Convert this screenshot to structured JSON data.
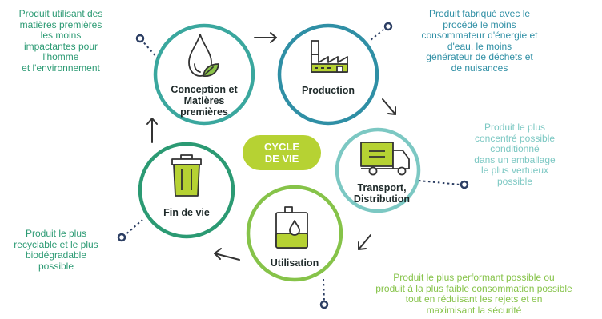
{
  "colors": {
    "green_dark": "#2b9a73",
    "green_mid": "#3aa6a0",
    "teal": "#2f8fa5",
    "teal_light": "#7cc8c3",
    "lime": "#b6d233",
    "navy": "#2c3e63"
  },
  "center_badge": "CYCLE\nDE VIE",
  "stages": [
    {
      "label": "Conception et\nMatières\npremières",
      "icon": "water-drop-leaf-icon",
      "description": "Produit utilisant des\nmatières premières\nles moins\nimpactantes pour\nl'homme\net l'environnement"
    },
    {
      "label": "Production",
      "icon": "factory-icon",
      "description": "Produit fabriqué avec le\nprocédé le moins\nconsommateur d'énergie et\nd'eau, le moins\ngénérateur de déchets et\nde nuisances"
    },
    {
      "label": "Transport,\nDistribution",
      "icon": "truck-icon",
      "description": "Produit le plus\nconcentré possible\nconditionné\ndans un emballage\nle plus vertueux\npossible"
    },
    {
      "label": "Utilisation",
      "icon": "canister-drop-icon",
      "description": "Produit le plus performant possible ou\nproduit à la plus faible consommation possible\ntout en réduisant les rejets et en\nmaximisant la sécurité"
    },
    {
      "label": "Fin de vie",
      "icon": "trash-bin-icon",
      "description": "Produit le plus\nrecyclable et le plus\nbiodégradable\npossible"
    }
  ]
}
